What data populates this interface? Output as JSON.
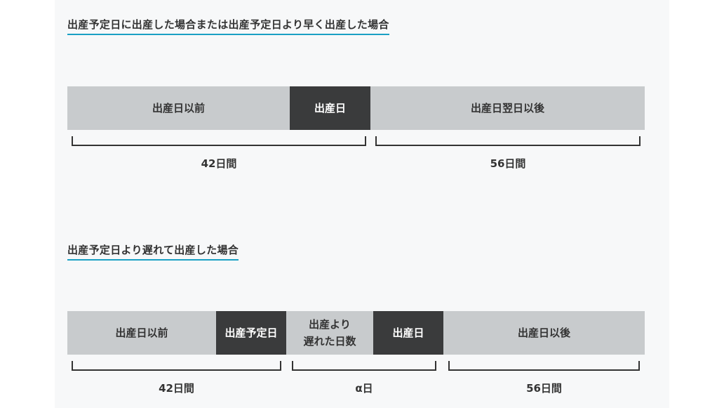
{
  "section1": {
    "title": "出産予定日に出産した場合または出産予定日より早く出産した場合",
    "segments": [
      {
        "label": "出産日以前"
      },
      {
        "label": "出産日"
      },
      {
        "label": "出産日翌日以後"
      }
    ],
    "brackets": [
      {
        "label": "42日間"
      },
      {
        "label": "56日間"
      }
    ]
  },
  "section2": {
    "title": "出産予定日より遅れて出産した場合",
    "segments": [
      {
        "label": "出産日以前"
      },
      {
        "label": "出産予定日"
      },
      {
        "label_line1": "出産より",
        "label_line2": "遅れた日数"
      },
      {
        "label": "出産日"
      },
      {
        "label": "出産日以後"
      }
    ],
    "brackets": [
      {
        "label": "42日間"
      },
      {
        "label": "α日"
      },
      {
        "label": "56日間"
      }
    ]
  },
  "colors": {
    "light_segment": "#c8cbcd",
    "dark_segment": "#3a3b3c",
    "heading_underline": "#1aa0c4",
    "panel_background": "#f7f8f9"
  }
}
